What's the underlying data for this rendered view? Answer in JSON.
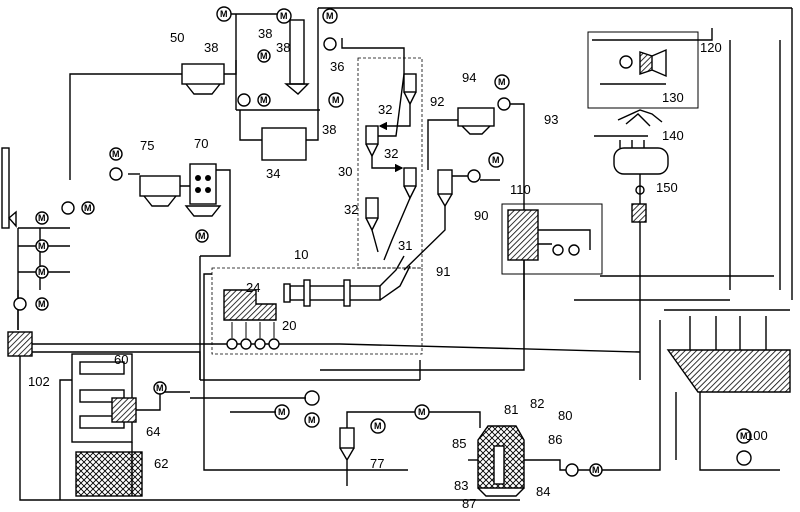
{
  "labels": {
    "l10": "10",
    "l20": "20",
    "l24": "24",
    "l30": "30",
    "l31": "31",
    "l32a": "32",
    "l32b": "32",
    "l32c": "32",
    "l34": "34",
    "l36": "36",
    "l38a": "38",
    "l38b": "38",
    "l38c": "38",
    "l38d": "38",
    "l50": "50",
    "l60": "60",
    "l62": "62",
    "l64": "64",
    "l70": "70",
    "l75": "75",
    "l77": "77",
    "l80": "80",
    "l81": "81",
    "l82": "82",
    "l83": "83",
    "l84": "84",
    "l85": "85",
    "l86": "86",
    "l87": "87",
    "l90": "90",
    "l91": "91",
    "l92": "92",
    "l93": "93",
    "l94": "94",
    "l100": "100",
    "l102": "102",
    "l110": "110",
    "l120": "120",
    "l130": "130",
    "l140": "140",
    "l150": "150"
  },
  "motor_symbol": "M"
}
